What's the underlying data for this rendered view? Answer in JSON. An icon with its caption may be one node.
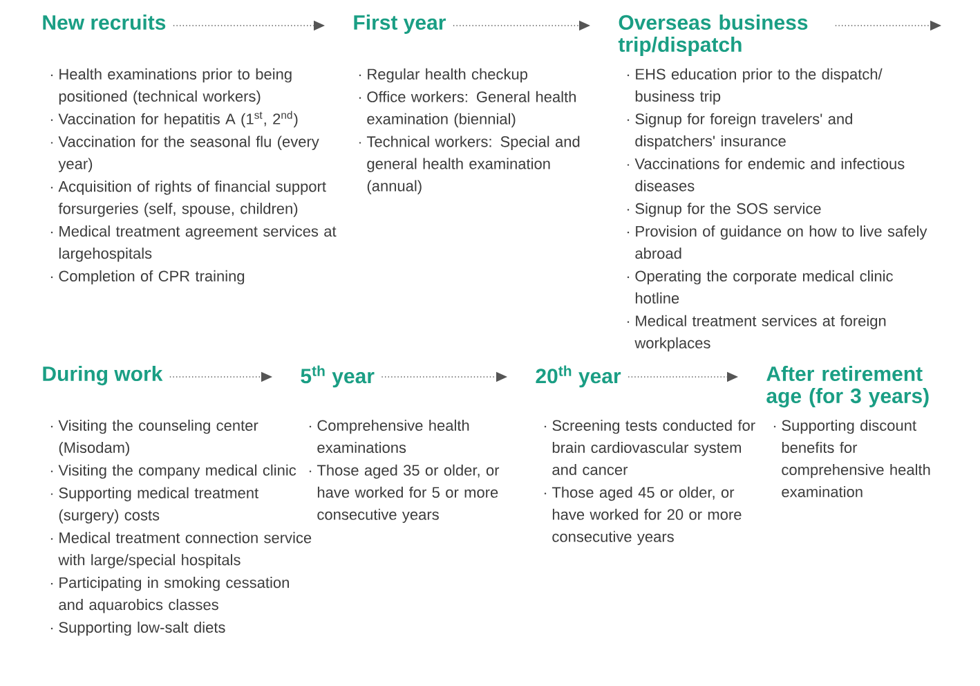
{
  "diagram": {
    "nodes": [
      {
        "text": [
          "New recruits"
        ],
        "beside": [
          "Health examinations prior to being positioned (technical workers)",
          "Vaccination for hepatitis A (1$^{st}$, 2$^{nd}$)",
          "Vaccination for the seasonal flu (every year)",
          "Acquisition of rights of financial support forsurgeries (self, spouse, children)",
          "Medical treatment agreement services at largehospitals",
          "Completion of CPR training"
        ]
      },
      {
        "text": [
          "First year"
        ],
        "beside": [
          "Regular health checkup",
          "Office workers: General health examination (biennial)",
          "Technical workers: Special and general health examination (annual)"
        ]
      },
      {
        "text": [
          "Overseas business trip/dispatch"
        ],
        "beside": [
          "EHS education prior to the dispatch/ business trip",
          "Signup for foreign travelers' and dispatchers' insurance",
          "Vaccinations for endemic and infectious diseases",
          "Signup for the SOS service",
          "Provision of guidance on how to live safely abroad",
          "Operating the corporate medical clinic hotline",
          "Medical treatment services at foreign workplaces"
        ]
      },
      {
        "text": [
          "During work"
        ],
        "beside": [
          "Visiting the counseling center (Misodam)",
          "Visiting the company medical clinic",
          "Supporting medical treatment (surgery) costs",
          "Medical treatment connection service with large/special hospitals",
          "Participating in smoking cessation and aquarobics classes",
          "Supporting low-salt diets"
        ]
      },
      {
        "text": [
          "5$^{th}$ year"
        ],
        "beside": [
          "Comprehensive health examinations",
          "Those aged 35 or older, or have worked for 5 or more consecutive years"
        ]
      },
      {
        "text": [
          "20$^{th}$ year"
        ],
        "beside": [
          "Screening tests conducted for brain cardiovascular system and cancer",
          "Those aged 45 or older, or have worked for 20 or more consecutive years"
        ]
      },
      {
        "text": [
          "After retirement age (for 3 years)"
        ],
        "beside": [
          "Supporting discount benefits for comprehensive health examination"
        ]
      }
    ],
    "edges": [
      {
        "from": 0,
        "to": 1,
        "arrow": "to"
      },
      {
        "from": 1,
        "to": 2,
        "arrow": "to"
      },
      {
        "from": 2,
        "to": null,
        "arrow": "to"
      },
      {
        "from": 3,
        "to": 4,
        "arrow": "to"
      },
      {
        "from": 4,
        "to": 5,
        "arrow": "to"
      },
      {
        "from": 5,
        "to": 6,
        "arrow": "to"
      }
    ]
  }
}
